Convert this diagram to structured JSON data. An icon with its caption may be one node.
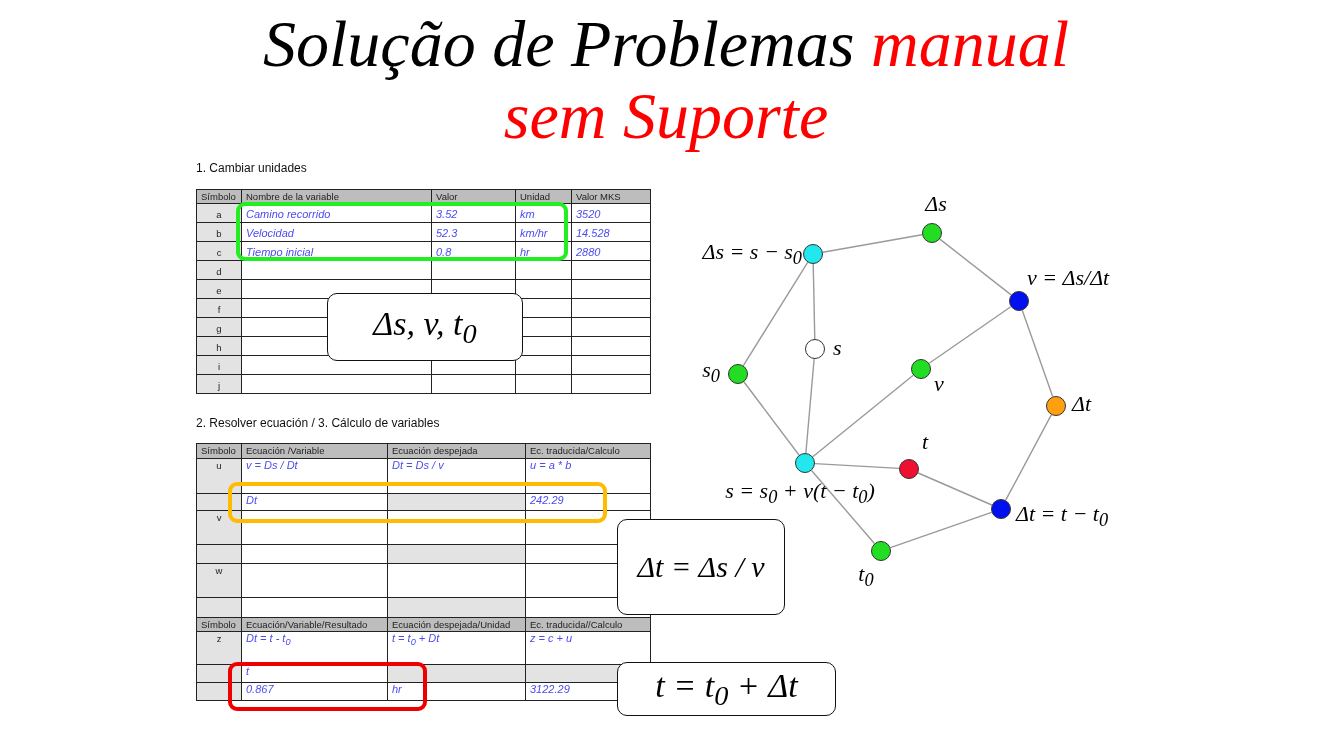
{
  "diagram": {
    "title": "Solução de Problemas",
    "nodes": [
      {
        "text": [],
        "shape": "circle",
        "beside": [
          "Δs = s − s$_{0}$"
        ]
      },
      {
        "text": [],
        "shape": "circle",
        "beside": [
          "Δs"
        ]
      },
      {
        "text": [],
        "shape": "circle",
        "beside": [
          "v = Δs/Δt"
        ]
      },
      {
        "text": [],
        "shape": "circle",
        "beside": [
          "s"
        ]
      },
      {
        "text": [],
        "shape": "circle",
        "beside": [
          "s$_{0}$"
        ]
      },
      {
        "text": [],
        "shape": "circle",
        "beside": [
          "v"
        ]
      },
      {
        "text": [],
        "shape": "circle",
        "beside": [
          "Δt"
        ]
      },
      {
        "text": [],
        "shape": "circle",
        "beside": [
          "t"
        ]
      },
      {
        "text": [],
        "shape": "circle",
        "beside": [
          "s = s$_{0}$ + v(t − t$_{0}$)"
        ]
      },
      {
        "text": [],
        "shape": "circle",
        "beside": [
          "Δt = t − t$_{0}$"
        ]
      },
      {
        "text": [],
        "shape": "circle",
        "beside": [
          "t$_{0}$"
        ]
      },
      {
        "text": [
          "Δs, v, t$_{0}$"
        ]
      },
      {
        "text": [
          "Δt = Δs / v"
        ]
      },
      {
        "text": [
          "t = t$_{0}$ + Δt"
        ]
      }
    ],
    "edges": [
      {
        "from": 0,
        "to": 1,
        "arrow": "none"
      },
      {
        "from": 1,
        "to": 2,
        "arrow": "none"
      },
      {
        "from": 0,
        "to": 4,
        "arrow": "none"
      },
      {
        "from": 0,
        "to": 3,
        "arrow": "none"
      },
      {
        "from": 3,
        "to": 8,
        "arrow": "none"
      },
      {
        "from": 4,
        "to": 8,
        "arrow": "none"
      },
      {
        "from": 8,
        "to": 5,
        "arrow": "none"
      },
      {
        "from": 5,
        "to": 2,
        "arrow": "none"
      },
      {
        "from": 2,
        "to": 6,
        "arrow": "none"
      },
      {
        "from": 6,
        "to": 9,
        "arrow": "none"
      },
      {
        "from": 8,
        "to": 7,
        "arrow": "none"
      },
      {
        "from": 7,
        "to": 9,
        "arrow": "none"
      },
      {
        "from": 8,
        "to": 10,
        "arrow": "none"
      },
      {
        "from": 10,
        "to": 9,
        "arrow": "none"
      }
    ],
    "labels": [
      "manual sem Suporte",
      "1. Cambiar unidades",
      "Símbolo",
      "Nombre de la variable",
      "Valor",
      "Unidad",
      "Valor MKS",
      "a",
      "Camino recorrido",
      "3.52",
      "km",
      "3520",
      "b",
      "Velocidad",
      "52.3",
      "km/hr",
      "14.528",
      "c",
      "Tiempo inicial",
      "0.8",
      "hr",
      "2880",
      "d",
      "e",
      "f",
      "g",
      "h",
      "i",
      "j",
      "2. Resolver ecuación / 3. Cálculo de variables",
      "Símbolo",
      "Ecuación /Variable",
      "Ecuación despejada",
      "Ec. traducida/Calculo",
      "u",
      "v = Ds / Dt",
      "Dt = Ds / v",
      "u = a * b",
      "Dt",
      "242.29",
      "v",
      "w",
      "Símbolo",
      "Ecuación/Variable/Resultado",
      "Ecuación despejada/Unidad",
      "Ec. traducida//Calculo",
      "z",
      "Dt = t - t$_{0}$",
      "t = t$_{0}$ + Dt",
      "z = c + u",
      "t",
      "0.867",
      "hr",
      "3122.29"
    ]
  }
}
